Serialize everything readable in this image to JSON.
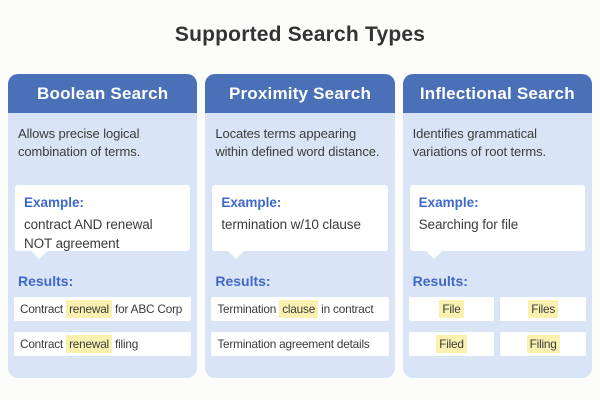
{
  "page": {
    "title": "Supported Search Types"
  },
  "colors": {
    "header_blue": "#4a70b8",
    "card_body_blue": "#d9e5f7",
    "accent_blue": "#3e68c9",
    "highlight_yellow": "#faf0b0",
    "page_background": "#fcfcfb"
  },
  "cards": [
    {
      "title": "Boolean Search",
      "description_lines": [
        "Allows precise logical",
        "combination of terms."
      ],
      "example_label": "Example:",
      "example_lines": [
        "contract AND renewal",
        "NOT agreement"
      ],
      "results_label": "Results:",
      "results": [
        {
          "pre": "Contract ",
          "match": "renewal",
          "post": " for ABC Corp"
        },
        {
          "pre": "Contract ",
          "match": "renewal",
          "post": " filing"
        }
      ]
    },
    {
      "title": "Proximity Search",
      "description_lines": [
        "Locates terms appearing",
        "within defined word distance."
      ],
      "example_label": "Example:",
      "example_lines": [
        "termination w/10 clause"
      ],
      "results_label": "Results:",
      "results": [
        {
          "pre": "Termination ",
          "match": "clause",
          "post": " in contract"
        },
        {
          "pre": "Termination agreement details",
          "match": "",
          "post": ""
        }
      ]
    },
    {
      "title": "Inflectional Search",
      "description_lines": [
        "Identifies grammatical",
        "variations of root terms."
      ],
      "example_label": "Example:",
      "example_lines": [
        "Searching for file"
      ],
      "results_label": "Results:",
      "results": [
        {
          "pre": "",
          "match": "File",
          "post": ""
        },
        {
          "pre": "",
          "match": "Files",
          "post": ""
        },
        {
          "pre": "",
          "match": "Filed",
          "post": ""
        },
        {
          "pre": "",
          "match": "Filing",
          "post": ""
        }
      ]
    }
  ]
}
